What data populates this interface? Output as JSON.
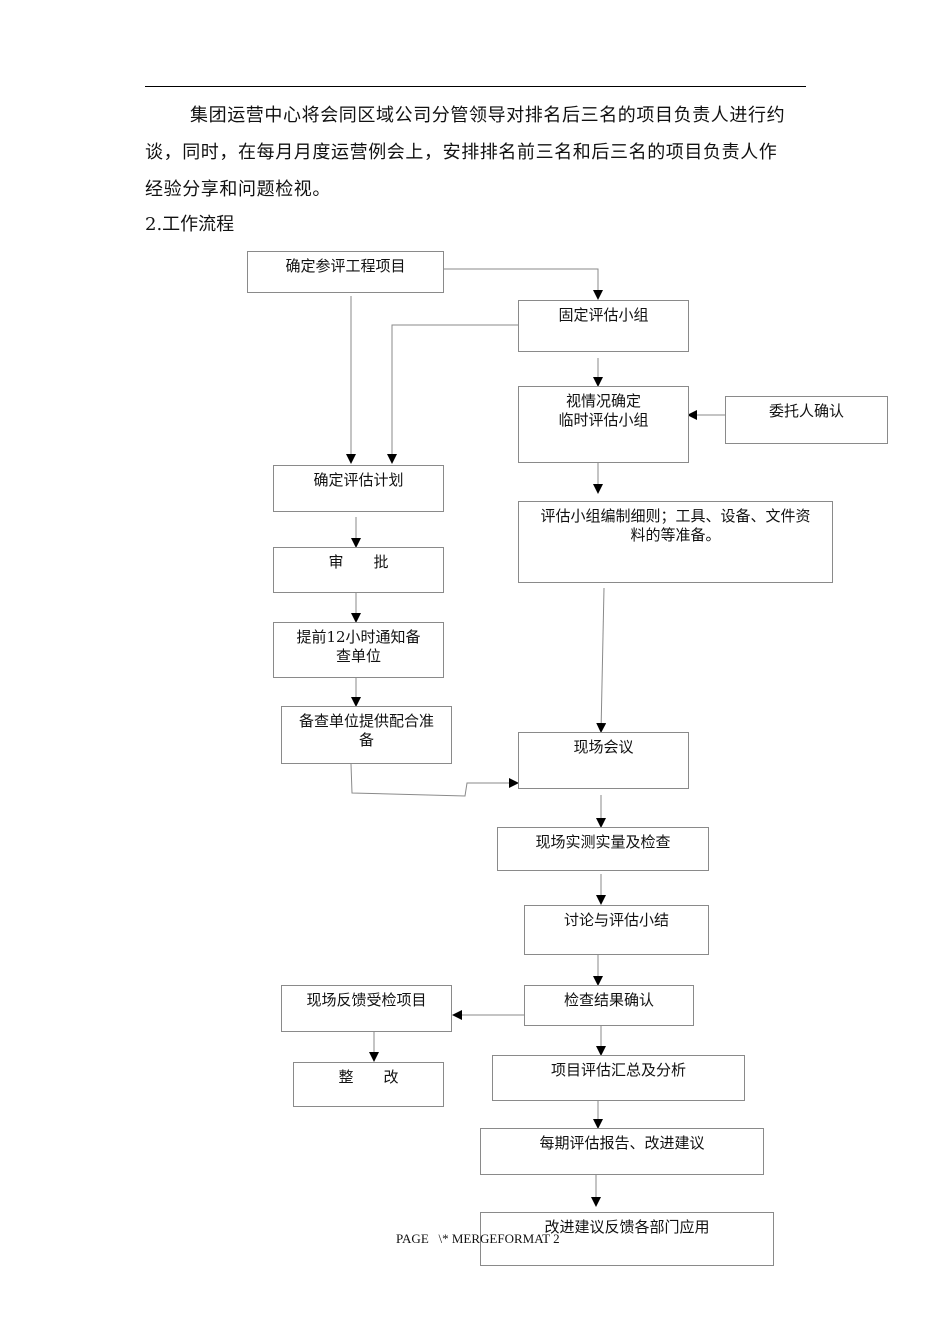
{
  "paragraph": {
    "lines": [
      "集团运营中心将会同区域公司分管领导对排名后三名的项目负责人进行约",
      "谈，同时，在每月月度运营例会上，安排排名前三名和后三名的项目负责人作",
      "经验分享和问题检视。"
    ]
  },
  "section_heading": "2.工作流程",
  "flowchart": {
    "confirm_project": "确定参评工程项目",
    "fixed_team": "固定评估小组",
    "temp_team": "视情况确定\n临时评估小组",
    "client_confirm": "委托人确认",
    "eval_plan": "确定评估计划",
    "approval": "审　　批",
    "notify": "提前12小时通知备\n查单位",
    "unit_prepare": "备查单位提供配合准\n备",
    "team_rules": "评估小组编制细则；工具、设备、文件资\n料的等准备。",
    "site_meeting": "现场会议",
    "site_measure": "现场实测实量及检查",
    "discuss": "讨论与评估小结",
    "check_result": "检查结果确认",
    "feedback_project": "现场反馈受检项目",
    "rectify": "整　　改",
    "summary": "项目评估汇总及分析",
    "report": "每期评估报告、改进建议",
    "apply": "改进建议反馈各部门应用"
  },
  "footer": "PAGE   \\* MERGEFORMAT 2"
}
